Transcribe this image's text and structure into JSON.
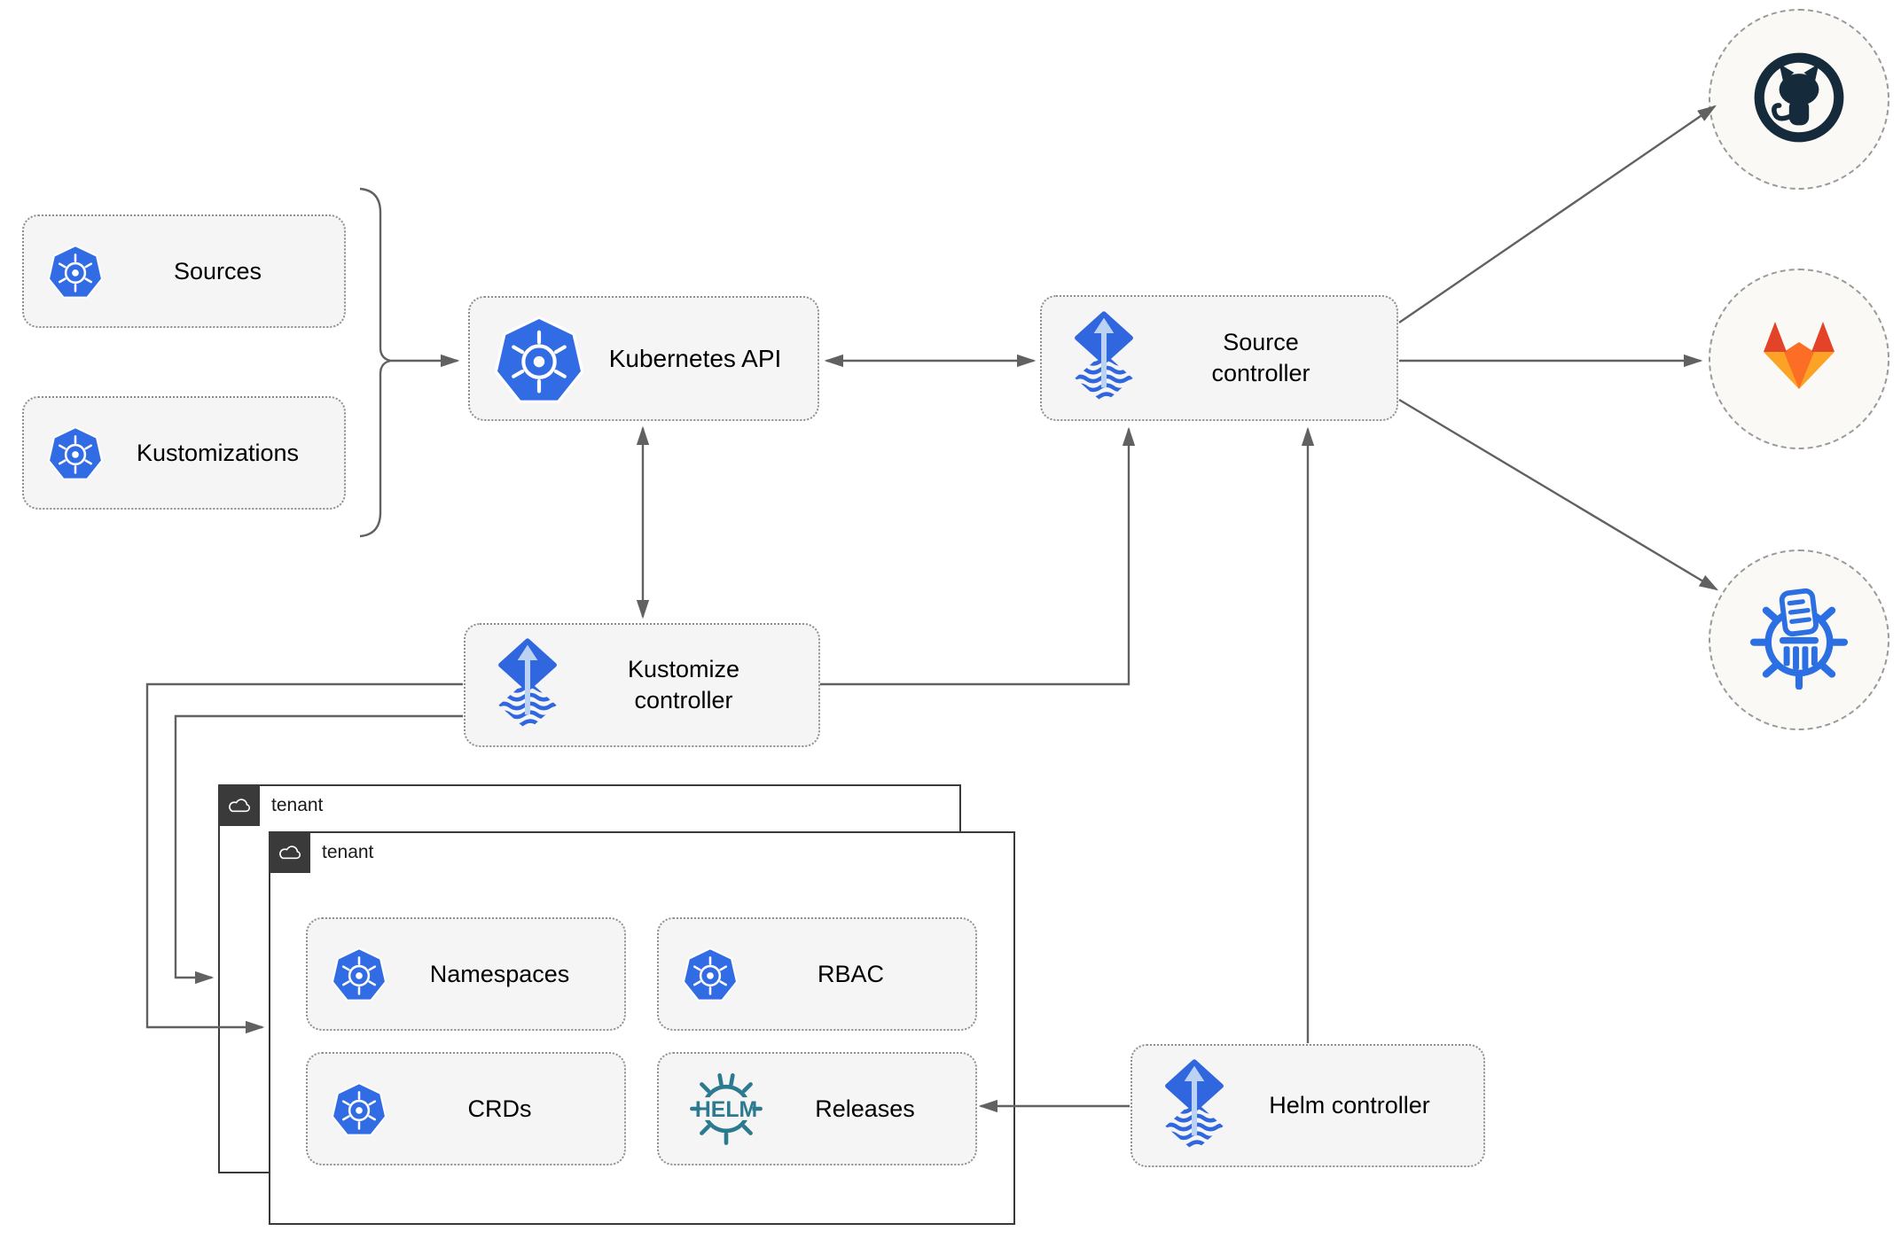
{
  "diagram": {
    "left_group": {
      "sources": {
        "label": "Sources"
      },
      "kustomizations": {
        "label": "Kustomizations"
      }
    },
    "nodes": {
      "kubernetes_api": {
        "label": "Kubernetes API"
      },
      "source_controller": {
        "label": "Source controller"
      },
      "kustomize_controller": {
        "label": "Kustomize controller"
      },
      "helm_controller": {
        "label": "Helm controller"
      }
    },
    "tenants": {
      "back": {
        "label": "tenant"
      },
      "front": {
        "label": "tenant",
        "resources": {
          "namespaces": {
            "label": "Namespaces"
          },
          "rbac": {
            "label": "RBAC"
          },
          "crds": {
            "label": "CRDs"
          },
          "releases": {
            "label": "Releases"
          }
        }
      }
    },
    "helm_badge_text": "HELM",
    "endpoints": [
      {
        "id": "github",
        "icon": "github-icon"
      },
      {
        "id": "gitlab",
        "icon": "gitlab-icon"
      },
      {
        "id": "chart-repository",
        "icon": "chart-repository-icon"
      }
    ],
    "colors": {
      "kubernetes_blue": "#326CE5",
      "flux_blue": "#3066DE",
      "flux_arrow_light": "#BCD2F3",
      "helm_teal": "#2C7A90",
      "chart_repo_blue": "#2B6FE3",
      "github_dark": "#152A3B",
      "gitlab_red": "#E24329",
      "gitlab_orange": "#FC6D26",
      "gitlab_yellow": "#FCA326",
      "node_fill": "#F5F5F5",
      "connector_gray": "#616161",
      "tenant_border": "#3A3A3A"
    }
  }
}
